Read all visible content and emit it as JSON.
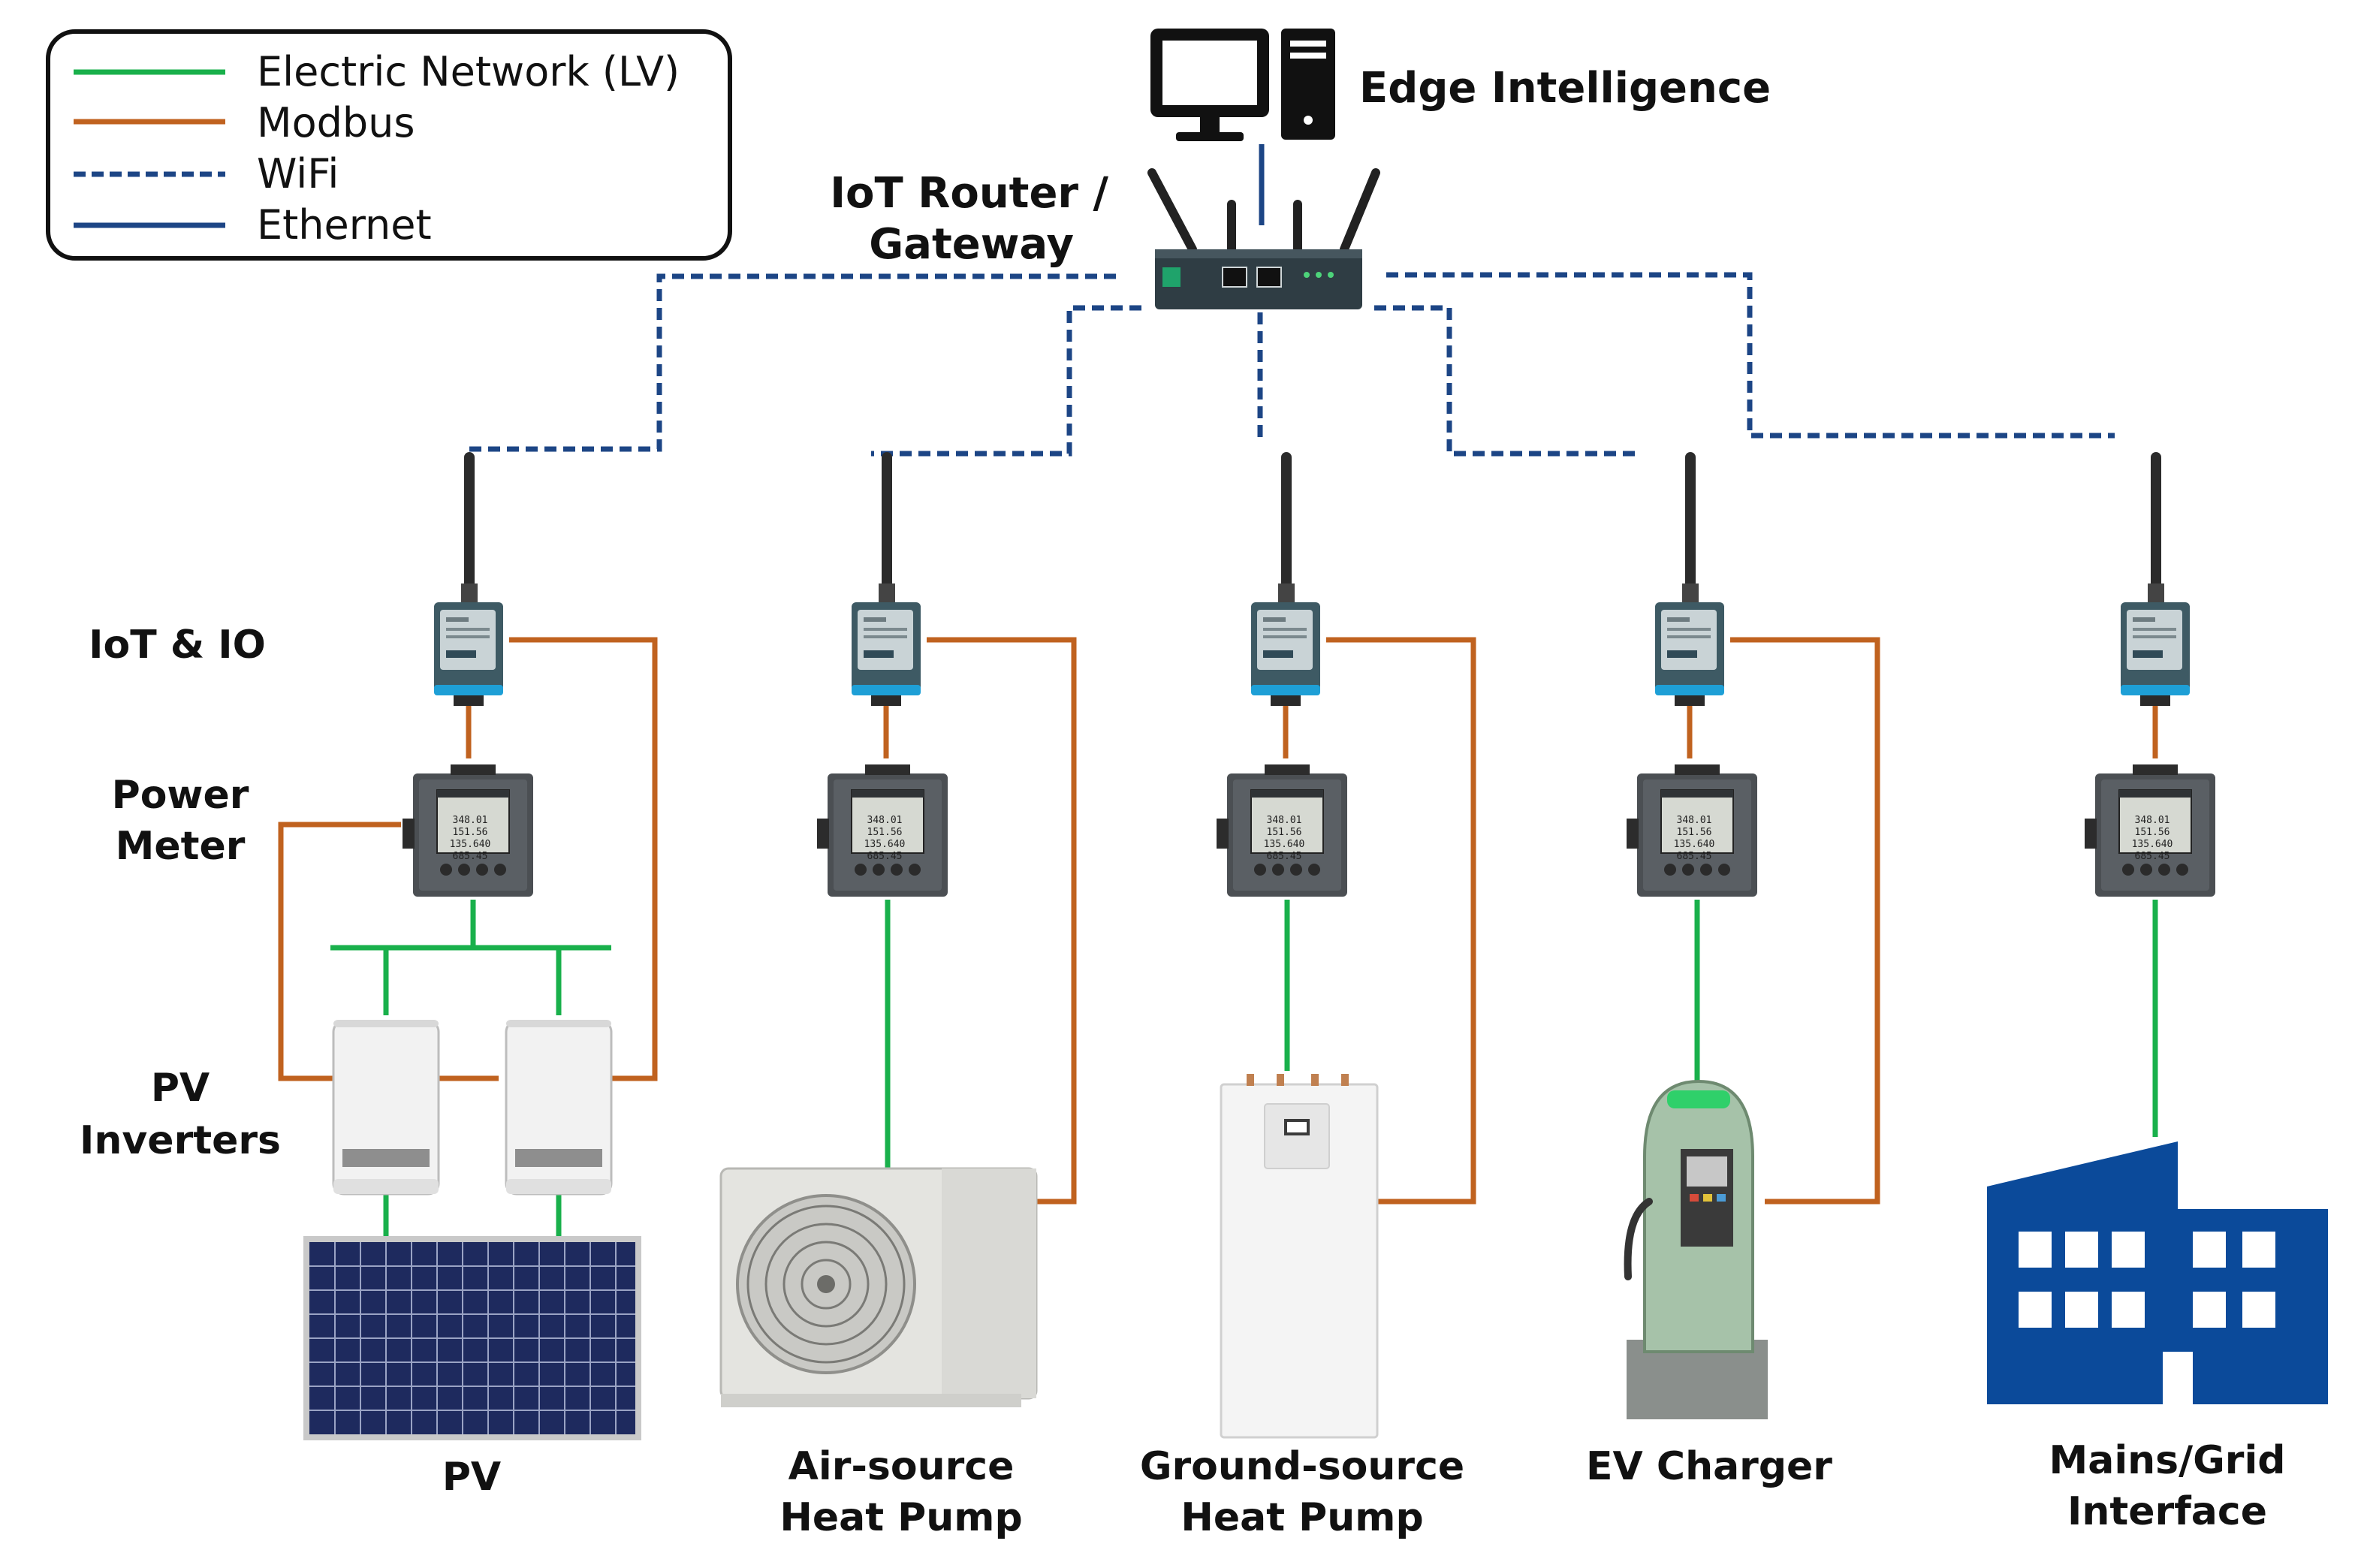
{
  "legend": {
    "electric": "Electric Network (LV)",
    "modbus": "Modbus",
    "wifi": "WiFi",
    "ethernet": "Ethernet"
  },
  "colors": {
    "electric": "#19b04b",
    "modbus": "#c0621f",
    "wifi": "#1c4585",
    "ethernet": "#1c4585",
    "building": "#0b4a9a"
  },
  "labels": {
    "edge": "Edge Intelligence",
    "router_line1": "IoT Router /",
    "router_line2": "Gateway",
    "iot_io": "IoT & IO",
    "meter_line1": "Power",
    "meter_line2": "Meter",
    "pv_inv_line1": "PV",
    "pv_inv_line2": "Inverters",
    "pv": "PV",
    "ashp_line1": "Air-source",
    "ashp_line2": "Heat Pump",
    "gshp_line1": "Ground-source",
    "gshp_line2": "Heat Pump",
    "ev": "EV Charger",
    "grid_line1": "Mains/Grid",
    "grid_line2": "Interface"
  },
  "meter_display": {
    "line1": "348.01",
    "line2": "151.56",
    "line3": "135.640",
    "line4": "685.45"
  },
  "icons": {
    "monitor": "monitor-icon",
    "tower": "pc-tower-icon",
    "router": "router-icon",
    "iot": "iot-module-icon",
    "meter": "power-meter-icon",
    "inverter": "inverter-icon",
    "solar": "solar-panel-icon",
    "ashp": "air-source-heat-pump-icon",
    "gshp": "ground-source-heat-pump-icon",
    "ev": "ev-charger-icon",
    "building": "building-icon"
  }
}
